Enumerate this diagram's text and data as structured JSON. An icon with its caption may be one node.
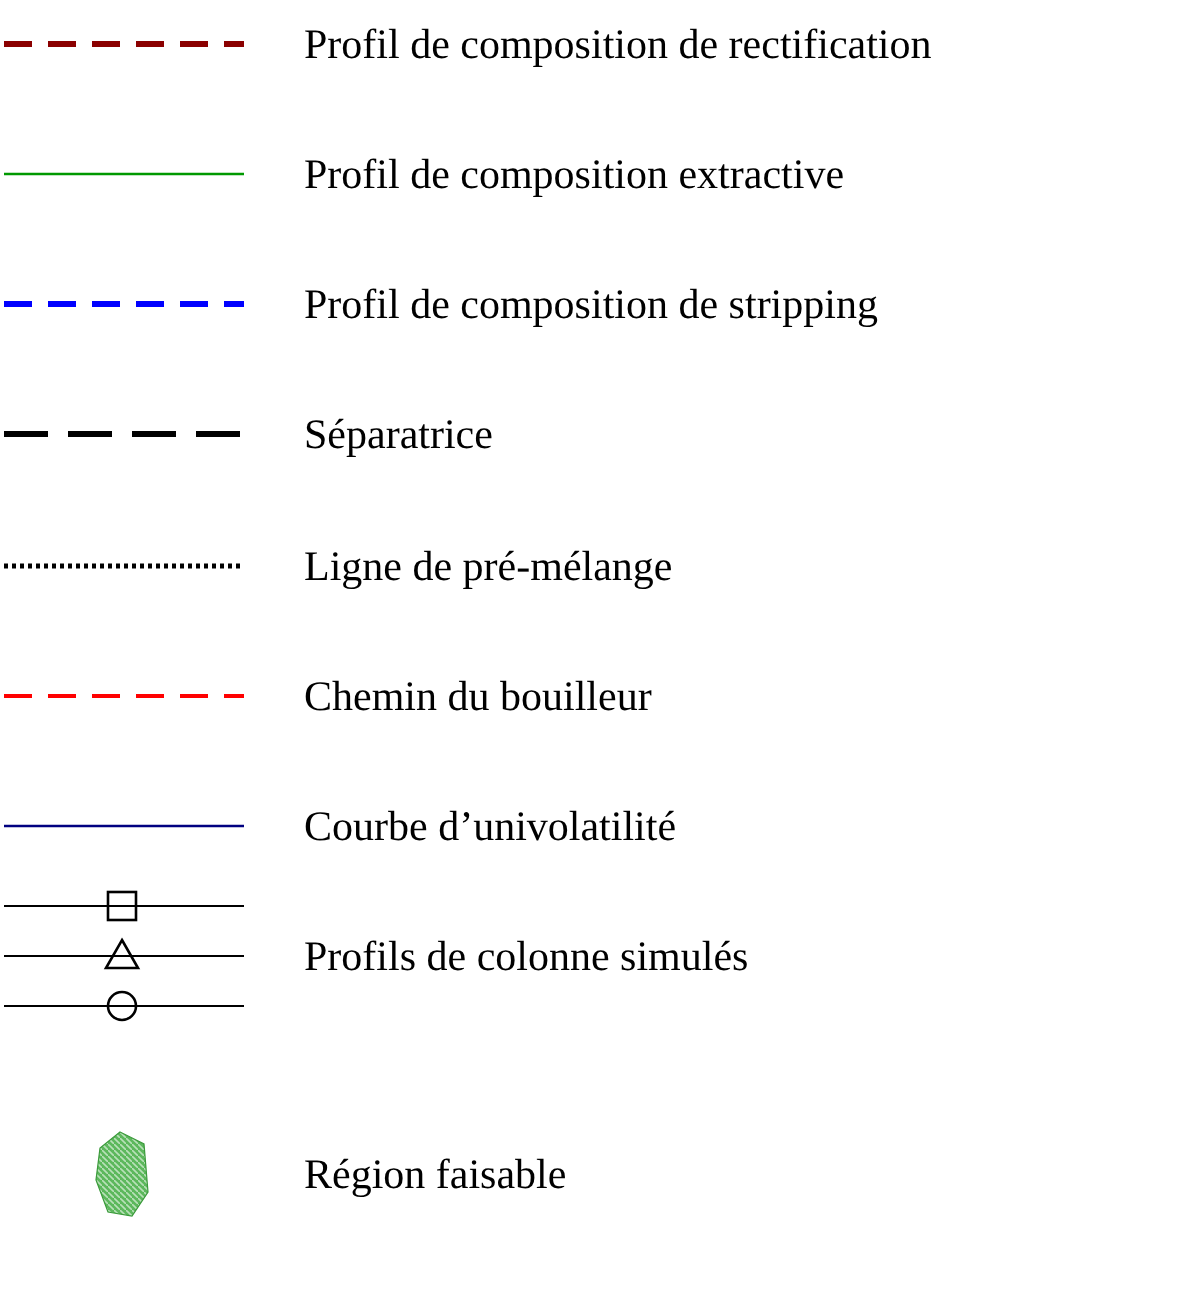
{
  "diagram": {
    "legend": [
      {
        "text": "Profil de composition de rectification"
      },
      {
        "text": "Profil de composition extractive"
      },
      {
        "text": "Profil de composition de stripping"
      },
      {
        "text": "Séparatrice"
      },
      {
        "text": "Ligne de pré-mélange"
      },
      {
        "text": "Chemin du bouilleur"
      },
      {
        "text": "Courbe d’univolatilité"
      },
      {
        "text": "Profils de colonne simulés"
      },
      {
        "text": "Région faisable"
      }
    ]
  }
}
